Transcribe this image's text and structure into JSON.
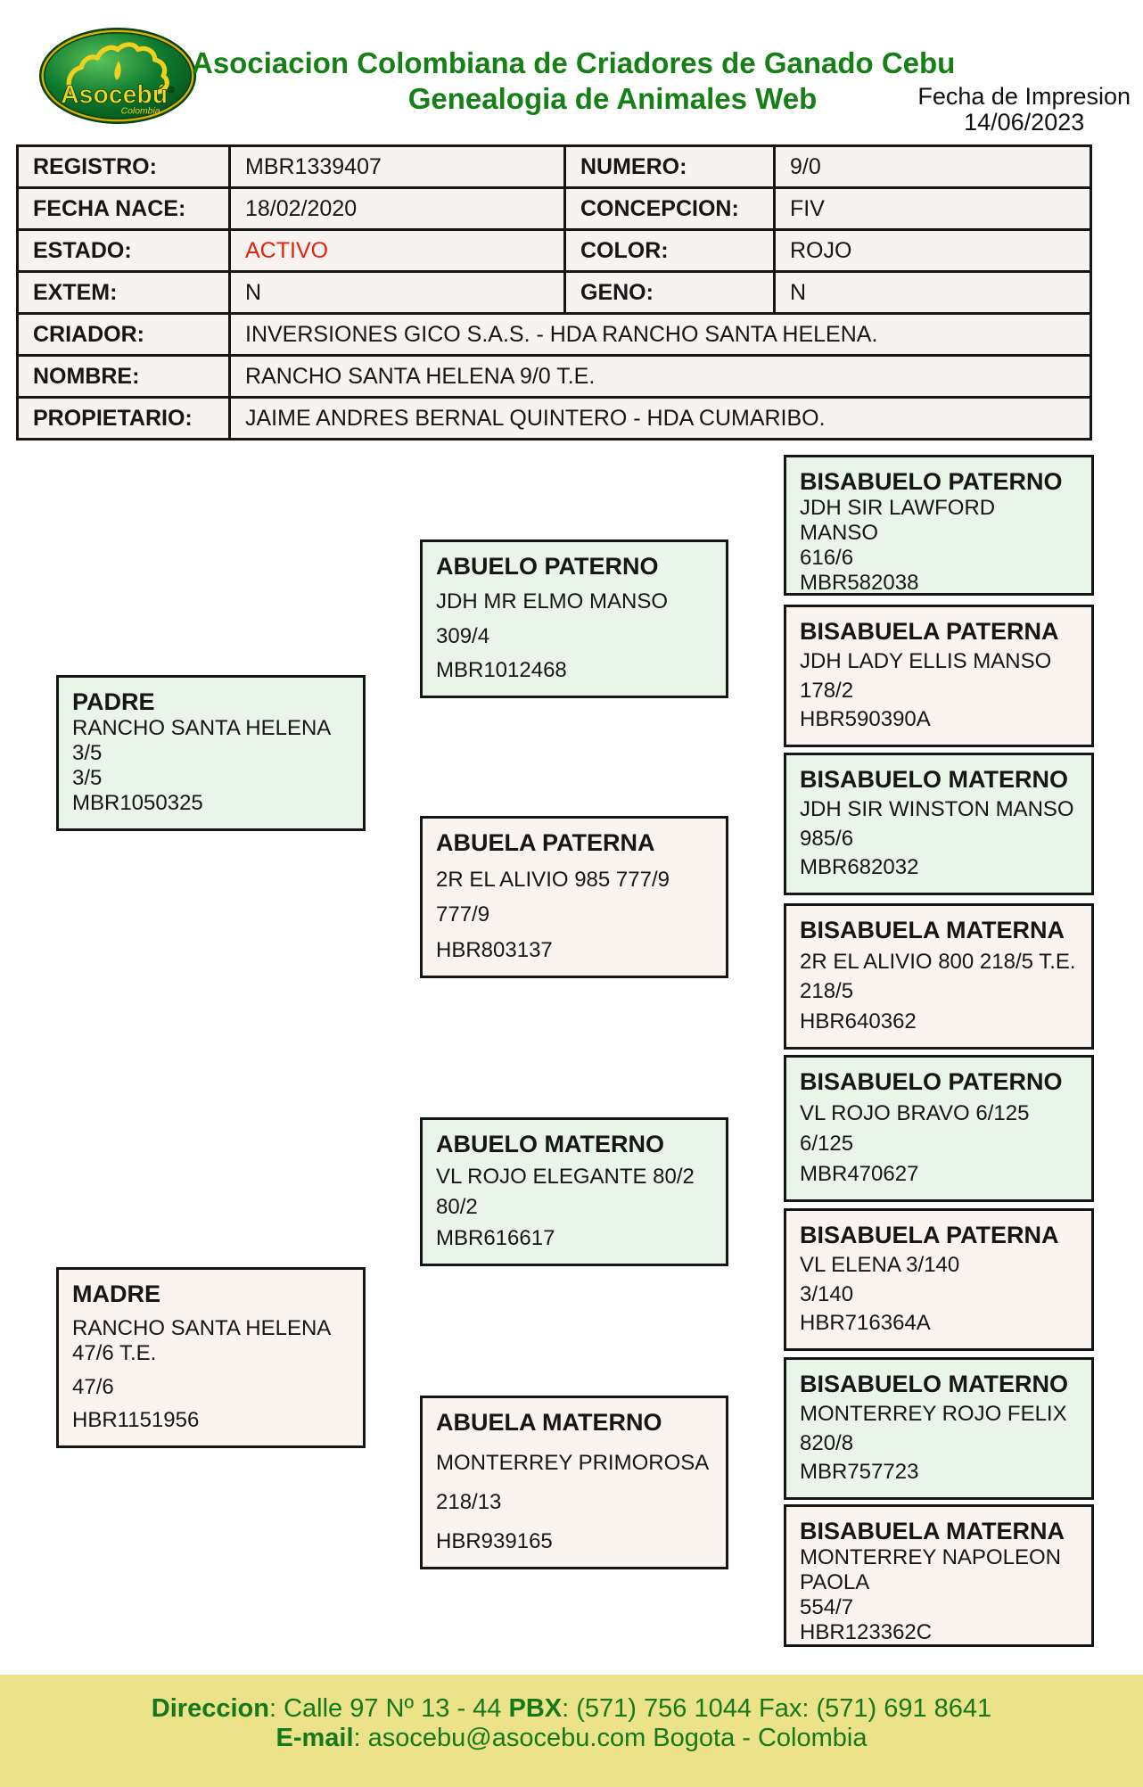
{
  "header": {
    "logo": {
      "brand": "Asocebú",
      "reg": "®",
      "sub": "Colombia"
    },
    "title_line1": "Asociacion Colombiana de Criadores de Ganado Cebu",
    "title_line2": "Genealogia de Animales Web",
    "print_date_label": "Fecha de Impresion",
    "print_date": "14/06/2023"
  },
  "info_table": {
    "rows": [
      {
        "label": "REGISTRO:",
        "value": "MBR1339407",
        "label2": "NUMERO:",
        "value2": "9/0"
      },
      {
        "label": "FECHA NACE:",
        "value": "18/02/2020",
        "label2": "CONCEPCION:",
        "value2": "FIV"
      },
      {
        "label": "ESTADO:",
        "value": "ACTIVO",
        "label2": "COLOR:",
        "value2": "ROJO"
      },
      {
        "label": "EXTEM:",
        "value": "N",
        "label2": "GENO:",
        "value2": "N"
      },
      {
        "label": "CRIADOR:",
        "value": "INVERSIONES GICO S.A.S. - HDA RANCHO SANTA HELENA."
      },
      {
        "label": "NOMBRE:",
        "value": "RANCHO SANTA HELENA 9/0 T.E."
      },
      {
        "label": "PROPIETARIO:",
        "value": "JAIME ANDRES BERNAL QUINTERO - HDA CUMARIBO."
      }
    ]
  },
  "pedigree": {
    "boxes": [
      {
        "title": "PADRE",
        "name": "RANCHO SANTA HELENA 3/5",
        "number": "3/5",
        "registry": "MBR1050325"
      },
      {
        "title": "MADRE",
        "name": "RANCHO SANTA HELENA 47/6 T.E.",
        "number": "47/6",
        "registry": "HBR1151956"
      },
      {
        "title": "ABUELO PATERNO",
        "name": "JDH MR ELMO MANSO",
        "number": "309/4",
        "registry": "MBR1012468"
      },
      {
        "title": "ABUELA PATERNA",
        "name": "2R EL ALIVIO 985 777/9",
        "number": "777/9",
        "registry": "HBR803137"
      },
      {
        "title": "ABUELO MATERNO",
        "name": "VL ROJO ELEGANTE 80/2",
        "number": "80/2",
        "registry": "MBR616617"
      },
      {
        "title": "ABUELA MATERNO",
        "name": "MONTERREY PRIMOROSA",
        "number": "218/13",
        "registry": "HBR939165"
      },
      {
        "title": "BISABUELO PATERNO",
        "name": "JDH SIR LAWFORD MANSO",
        "number": "616/6",
        "registry": "MBR582038"
      },
      {
        "title": "BISABUELA PATERNA",
        "name": "JDH LADY ELLIS MANSO",
        "number": "178/2",
        "registry": "HBR590390A"
      },
      {
        "title": "BISABUELO MATERNO",
        "name": "JDH SIR WINSTON MANSO",
        "number": "985/6",
        "registry": "MBR682032"
      },
      {
        "title": "BISABUELA MATERNA",
        "name": "2R EL ALIVIO 800 218/5 T.E.",
        "number": "218/5",
        "registry": "HBR640362"
      },
      {
        "title": "BISABUELO PATERNO",
        "name": "VL ROJO BRAVO 6/125",
        "number": "6/125",
        "registry": "MBR470627"
      },
      {
        "title": "BISABUELA PATERNA",
        "name": "VL ELENA 3/140",
        "number": "3/140",
        "registry": "HBR716364A"
      },
      {
        "title": "BISABUELO MATERNO",
        "name": "MONTERREY ROJO FELIX",
        "number": "820/8",
        "registry": "MBR757723"
      },
      {
        "title": "BISABUELA MATERNA",
        "name": "MONTERREY NAPOLEON PAOLA",
        "number": "554/7",
        "registry": "HBR123362C"
      }
    ]
  },
  "footer": {
    "direccion_label": "Direccion",
    "direccion_value": ": Calle 97 Nº 13 - 44 ",
    "pbx_label": "PBX",
    "pbx_value": ": (571) 756 1044 Fax: (571) 691 8641",
    "email_label": "E-mail",
    "email_value": ": asocebu@asocebu.com Bogota - Colombia"
  },
  "colors": {
    "title_green": "#168016",
    "estado_red": "#e3220c",
    "male_box_bg": "#e9f5e9",
    "female_box_bg": "#faf4f1",
    "table_cell_bg": "#f7f3f0",
    "border_dark": "#161616",
    "footer_bg": "#ece289",
    "footer_green": "#15791c",
    "logo_green": "#0e7a2e",
    "logo_gold": "#f2d11c"
  }
}
